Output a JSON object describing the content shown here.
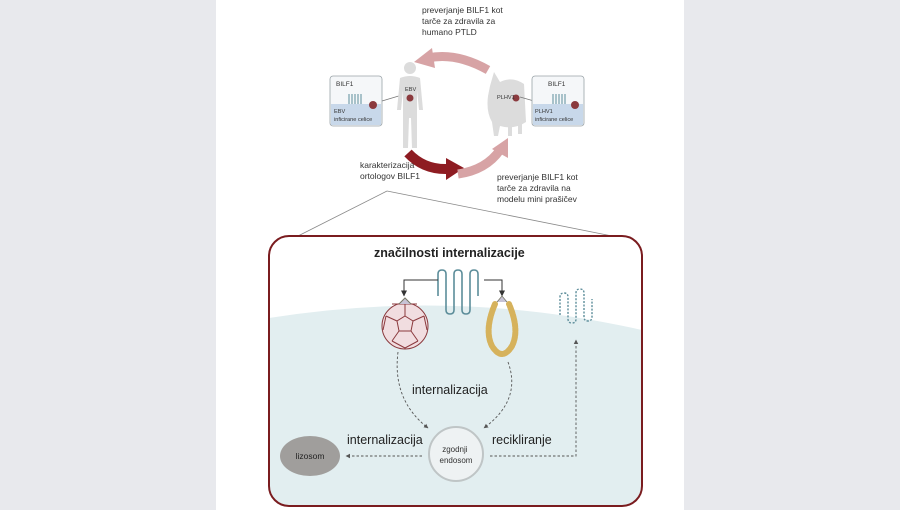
{
  "cycle": {
    "top_label": [
      "preverjanje BILF1 kot",
      "tarče za zdravila za",
      "humano PTLD"
    ],
    "left_label": [
      "karakterizacija",
      "ortologov BILF1"
    ],
    "right_label": [
      "preverjanje BILF1 kot",
      "tarče za zdravila na",
      "modelu mini prašičev"
    ],
    "human_inset": {
      "receptor": "BILF1",
      "cells": [
        "EBV",
        "inficirane celice"
      ],
      "virus": "EBV"
    },
    "pig_inset": {
      "receptor": "BILF1",
      "cells": [
        "PLHV1",
        "inficirane celice"
      ],
      "virus": "PLHV1"
    }
  },
  "internalization_panel": {
    "title": "značilnosti internalizacije",
    "internalization_top": "internalizacija",
    "internalization_left": "internalizacija",
    "recycling": "recikliranje",
    "early_endosome": [
      "zgodnji",
      "endosom"
    ],
    "lysosome": "lizosom"
  },
  "colors": {
    "panel_border": "#7a1c1f",
    "cytoplasm": "#e2eef0",
    "dark_arrow": "#8e1c22",
    "light_arrow": "#d7a3a5",
    "lysosome": "#a09e9c",
    "clathrin": "#8b3a3e",
    "caveolae": "#d6b25c",
    "receptor": "#5c8d9a"
  }
}
